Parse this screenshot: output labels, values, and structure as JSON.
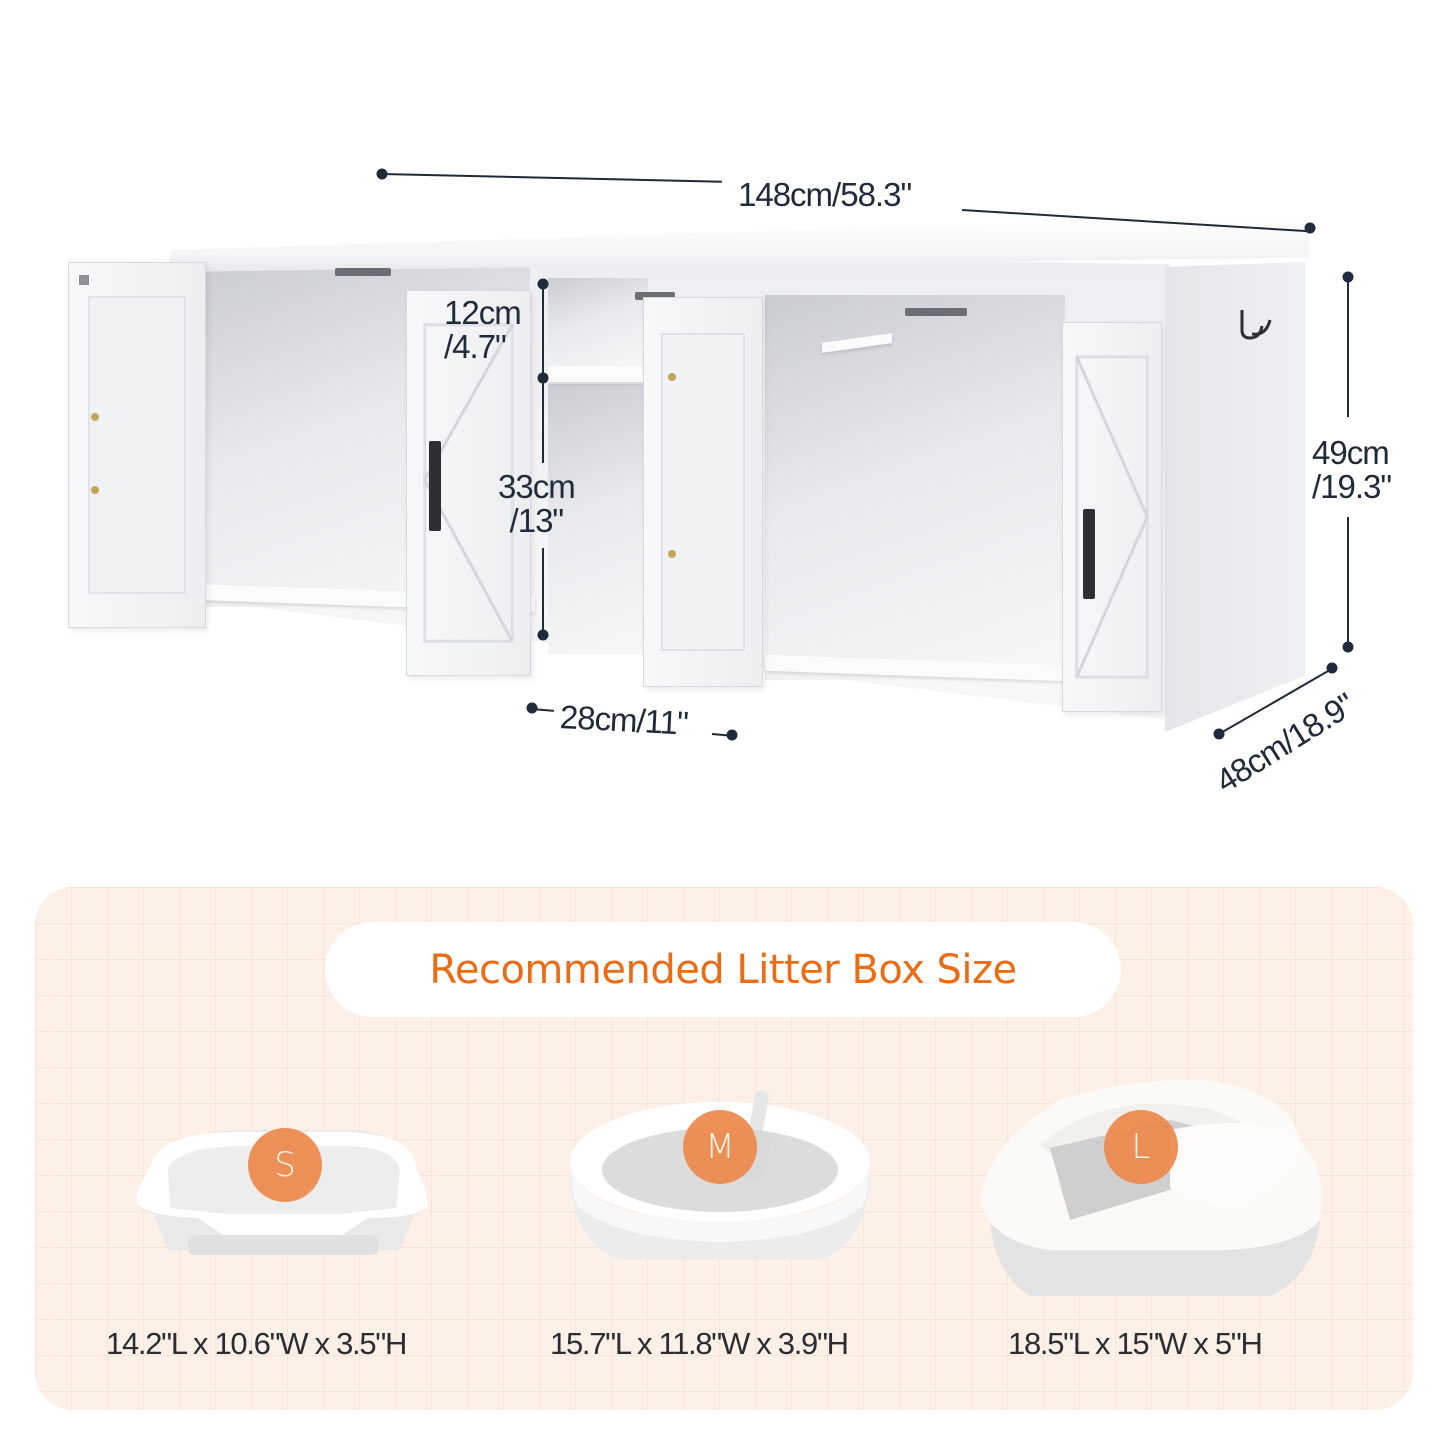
{
  "product_diagram": {
    "dimensions": {
      "length": "148cm/58.3\"",
      "height": {
        "cm": "49cm",
        "inch": "/19.3\""
      },
      "depth": "48cm/18.9\"",
      "shelf_gap": {
        "cm": "12cm",
        "inch": "/4.7\""
      },
      "lower_opening": {
        "cm": "33cm",
        "inch": "/13\""
      },
      "middle_width": "28cm/11\""
    }
  },
  "litter_section": {
    "title": "Recommended Litter Box Size",
    "accent_color": "#ea6d16",
    "badge_color": "#ec894b",
    "boxes": [
      {
        "badge": "S",
        "dimensions": "14.2\"L x 10.6\"W x 3.5\"H"
      },
      {
        "badge": "M",
        "dimensions": "15.7\"L x 11.8\"W x 3.9\"H"
      },
      {
        "badge": "L",
        "dimensions": "18.5\"L x 15\"W x 5\"H"
      }
    ]
  }
}
